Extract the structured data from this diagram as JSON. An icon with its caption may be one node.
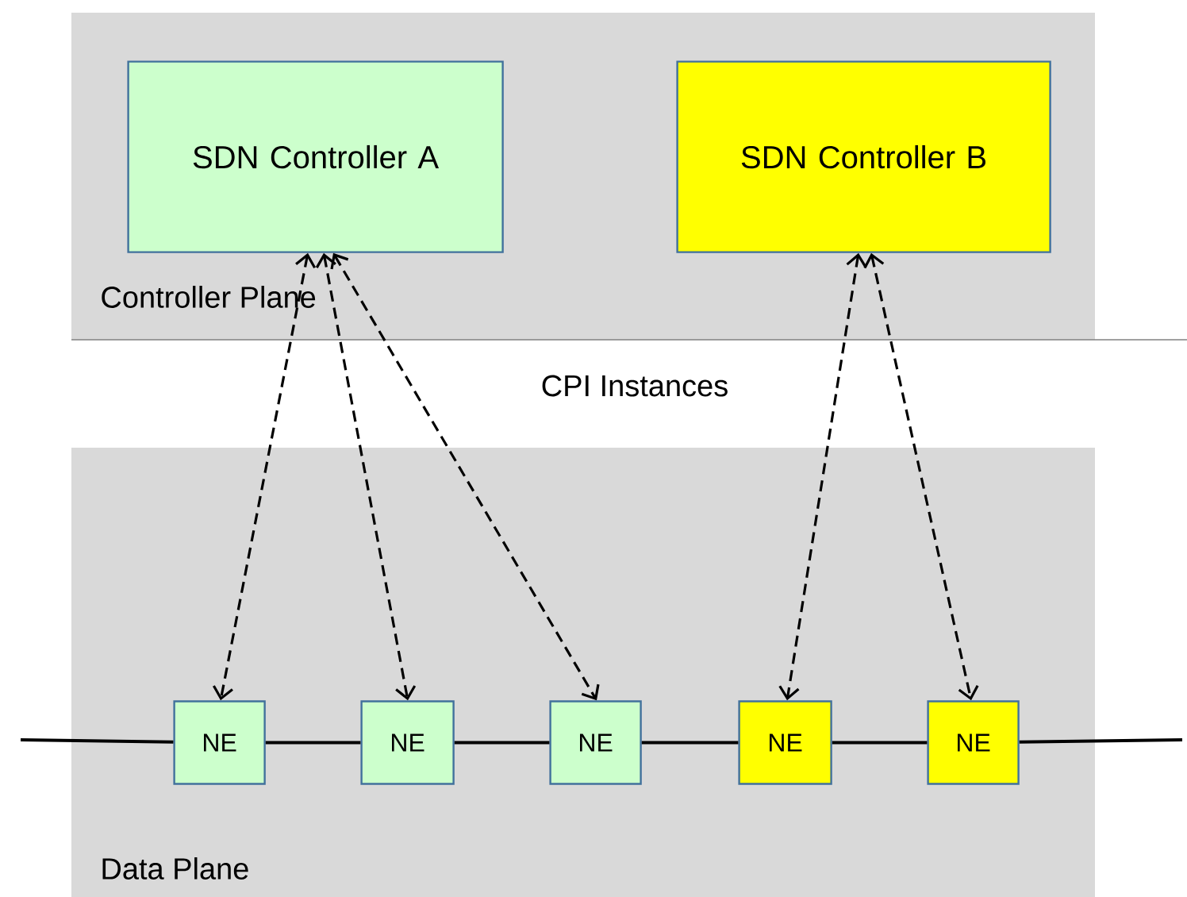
{
  "diagram": {
    "nodes": [
      {
        "text": [
          "Controller Plane"
        ]
      },
      {
        "text": [
          "SDN Controller A"
        ],
        "in": 0
      },
      {
        "text": [
          "SDN Controller B"
        ],
        "in": 0
      },
      {
        "text": [
          "Data Plane"
        ]
      },
      {
        "text": [
          "NE"
        ],
        "in": 3
      },
      {
        "text": [
          "NE"
        ],
        "in": 3
      },
      {
        "text": [
          "NE"
        ],
        "in": 3
      },
      {
        "text": [
          "NE"
        ],
        "in": 3
      },
      {
        "text": [
          "NE"
        ],
        "in": 3
      }
    ],
    "edges": [
      {
        "from": 1,
        "to": 4,
        "arrow": "both",
        "style": "dashed"
      },
      {
        "from": 1,
        "to": 5,
        "arrow": "both",
        "style": "dashed"
      },
      {
        "from": 1,
        "to": 6,
        "arrow": "both",
        "style": "dashed"
      },
      {
        "from": 2,
        "to": 7,
        "arrow": "both",
        "style": "dashed"
      },
      {
        "from": 2,
        "to": 8,
        "arrow": "both",
        "style": "dashed"
      },
      {
        "from": null,
        "to": 4,
        "arrow": "none"
      },
      {
        "from": 4,
        "to": 5,
        "arrow": "none"
      },
      {
        "from": 5,
        "to": 6,
        "arrow": "none"
      },
      {
        "from": 6,
        "to": 7,
        "arrow": "none"
      },
      {
        "from": 7,
        "to": 8,
        "arrow": "none"
      },
      {
        "from": 8,
        "to": null,
        "arrow": "none"
      }
    ],
    "labels": [
      "CPI Instances"
    ]
  }
}
